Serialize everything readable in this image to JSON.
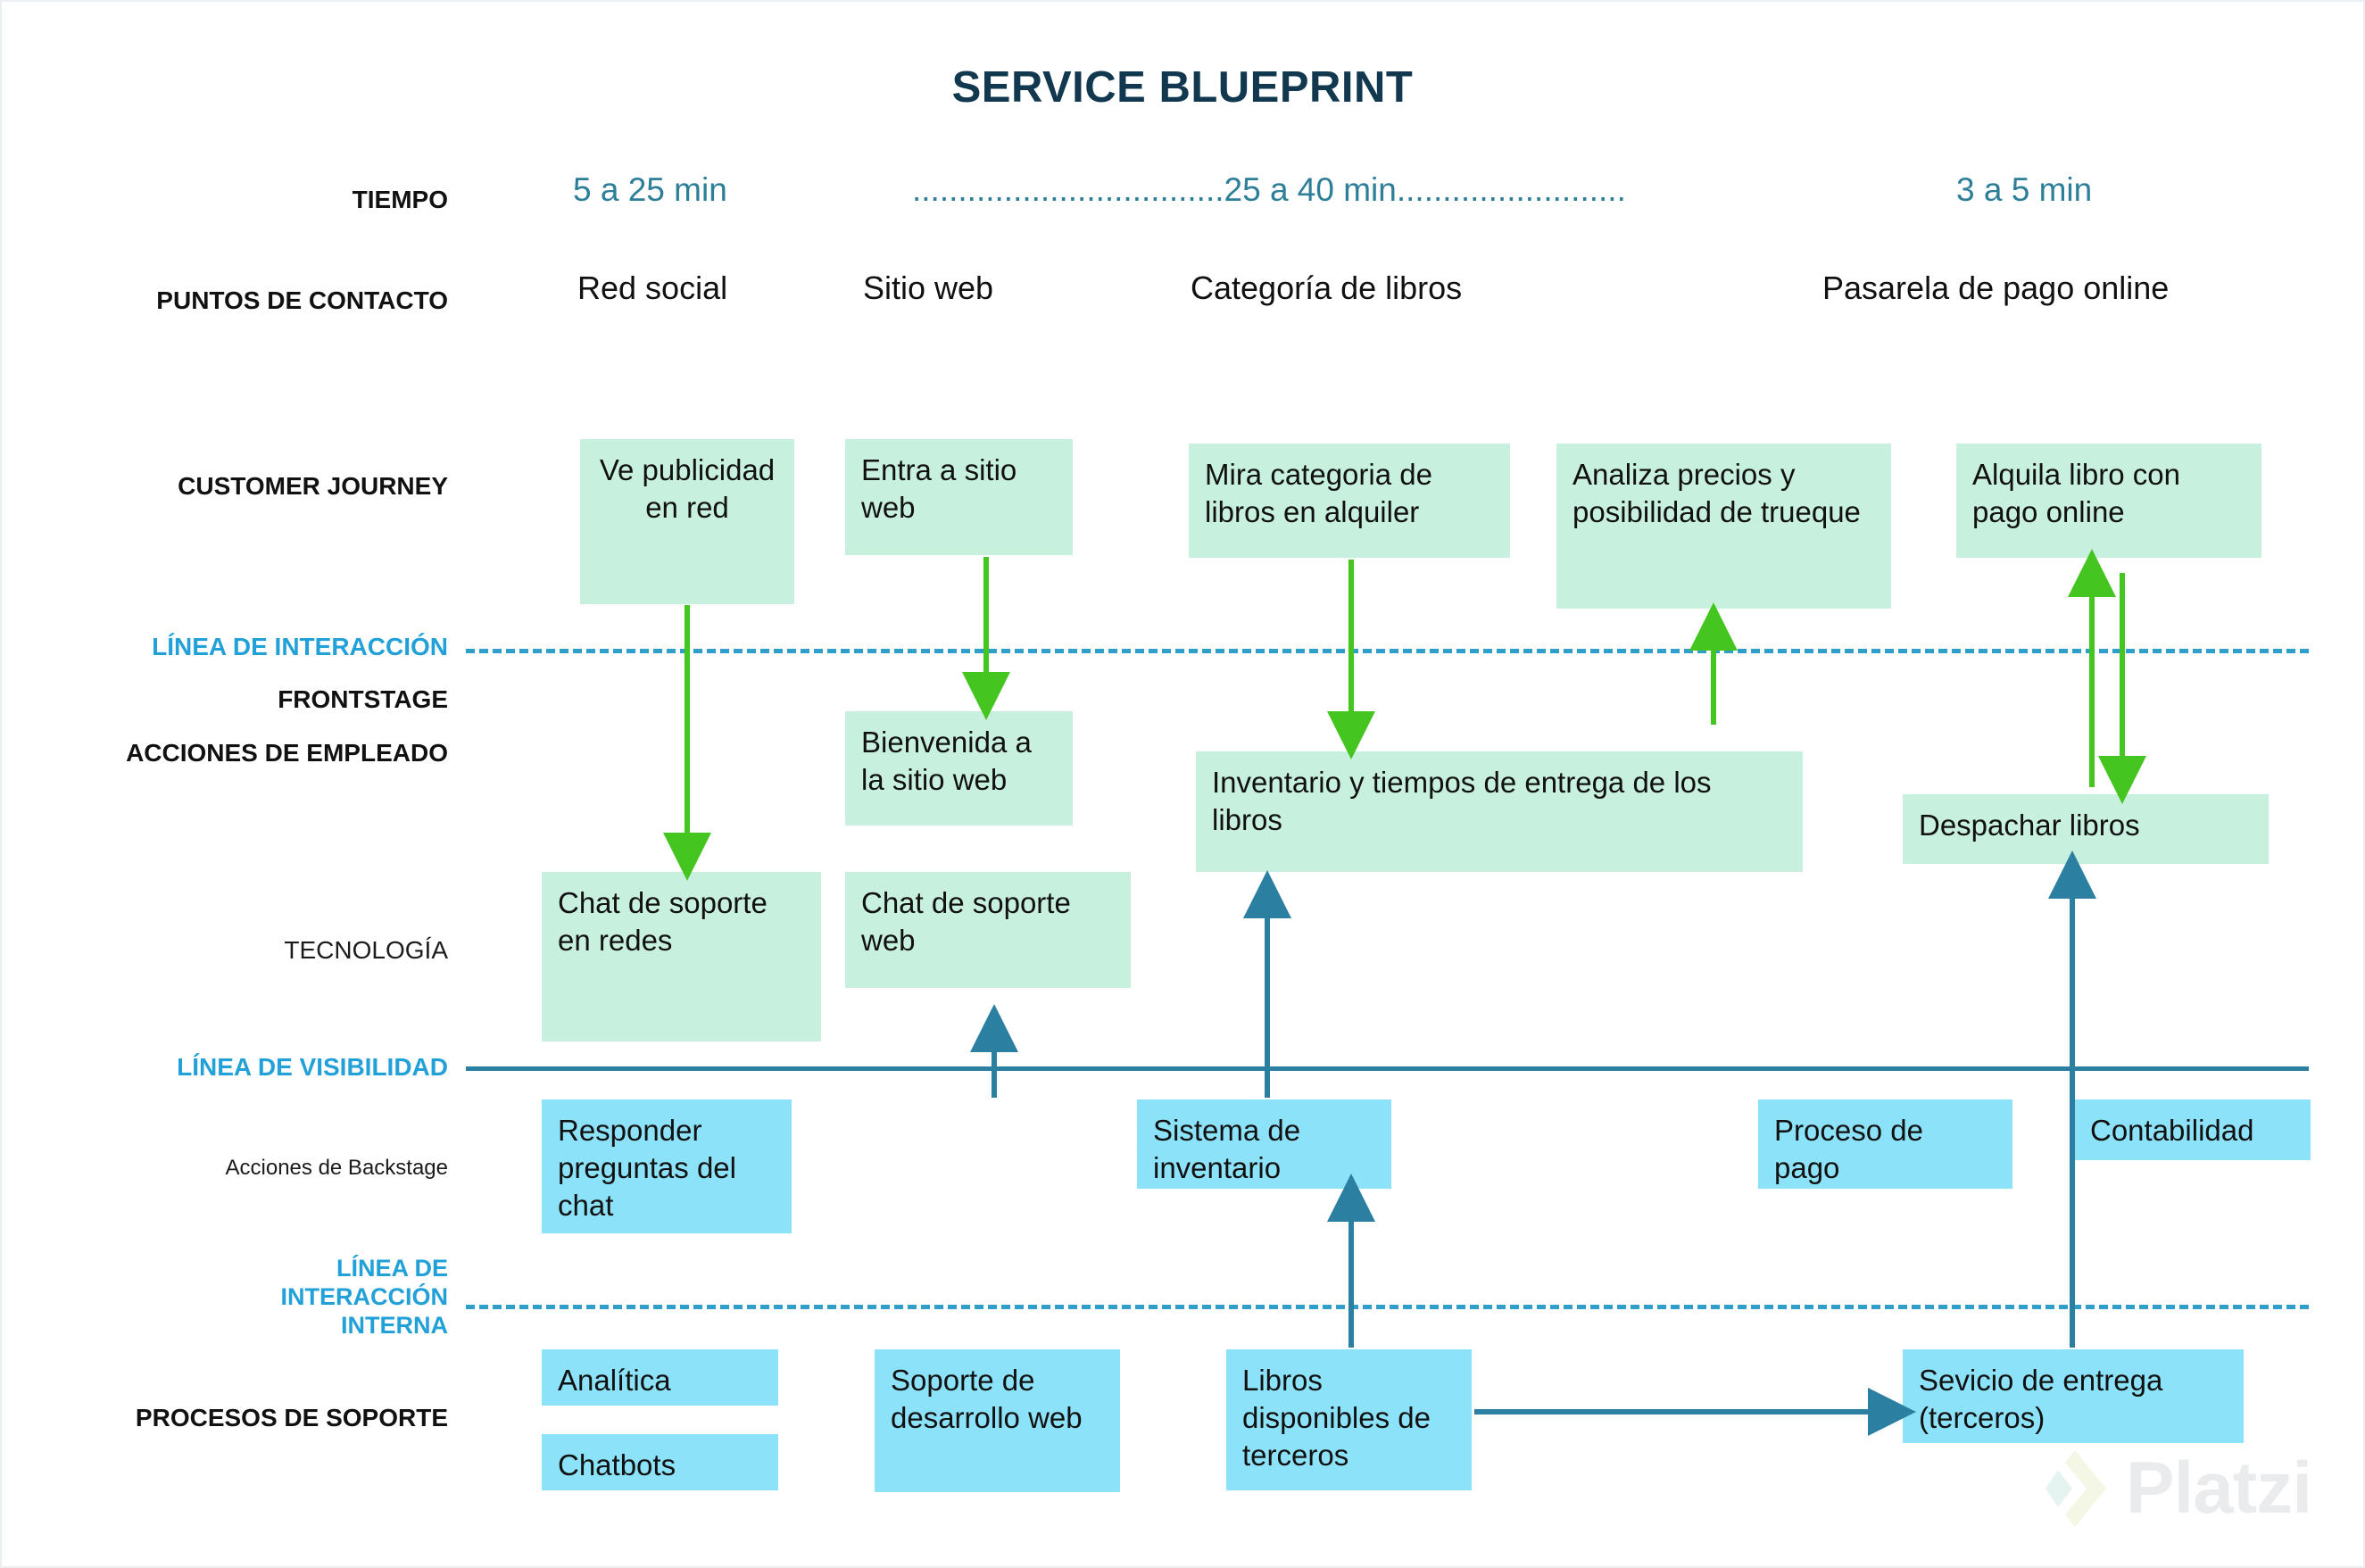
{
  "title": "SERVICE BLUEPRINT",
  "colors": {
    "title": "#11384e",
    "accent_blue": "#22a0d8",
    "time_text": "#2d7f99",
    "green_box": "#c8f0de",
    "blue_box": "#8ce2f8",
    "green_arrow": "#44c520",
    "blue_arrow": "#2b7fa0",
    "interaction_line": "#2f9ecb",
    "visibility_line": "#2b7fa0"
  },
  "row_labels": {
    "tiempo": "TIEMPO",
    "puntos_de_contacto": "PUNTOS DE CONTACTO",
    "customer_journey": "CUSTOMER JOURNEY",
    "linea_de_interaccion": "LÍNEA DE INTERACCIÓN",
    "frontstage": "FRONTSTAGE",
    "acciones_de_empleado": "ACCIONES DE EMPLEADO",
    "tecnologia": "TECNOLOGÍA",
    "linea_de_visibilidad": "LÍNEA DE VISIBILIDAD",
    "acciones_de_backstage": "Acciones de Backstage",
    "linea_de_interaccion_interna_l1": "LÍNEA DE",
    "linea_de_interaccion_interna_l2": "INTERACCIÓN",
    "linea_de_interaccion_interna_l3": "INTERNA",
    "procesos_de_soporte": "PROCESOS DE SOPORTE"
  },
  "tiempo": {
    "items": [
      {
        "label": "5 a 25 min"
      },
      {
        "label": "..................................25 a 40 min........................."
      },
      {
        "label": "3 a 5 min"
      }
    ]
  },
  "puntos_de_contacto": {
    "items": [
      {
        "label": "Red social"
      },
      {
        "label": "Sitio web"
      },
      {
        "label": "Categoría de libros"
      },
      {
        "label": "Pasarela de pago online"
      }
    ]
  },
  "customer_journey": {
    "items": [
      {
        "label": "Ve publicidad en red"
      },
      {
        "label": "Entra a sitio web"
      },
      {
        "label": "Mira categoria de libros en alquiler"
      },
      {
        "label": "Analiza precios y posibilidad de trueque"
      },
      {
        "label": "Alquila libro con pago online"
      }
    ]
  },
  "frontstage": {
    "items": [
      {
        "label": "Bienvenida a la sitio web"
      },
      {
        "label": "Inventario y tiempos de entrega de los libros"
      },
      {
        "label": "Despachar libros"
      }
    ]
  },
  "tecnologia": {
    "items": [
      {
        "label": "Chat de soporte en redes"
      },
      {
        "label": "Chat de soporte web"
      }
    ]
  },
  "backstage": {
    "items": [
      {
        "label": "Responder preguntas del chat"
      },
      {
        "label": "Sistema de inventario"
      },
      {
        "label": "Proceso de pago"
      },
      {
        "label": "Contabilidad"
      }
    ]
  },
  "procesos_de_soporte": {
    "items": [
      {
        "label": "Analítica"
      },
      {
        "label": "Chatbots"
      },
      {
        "label": "Soporte de desarrollo web"
      },
      {
        "label": "Libros disponibles de terceros"
      },
      {
        "label": "Sevicio de entrega (terceros)"
      }
    ]
  },
  "watermark": {
    "text": "Platzi"
  }
}
